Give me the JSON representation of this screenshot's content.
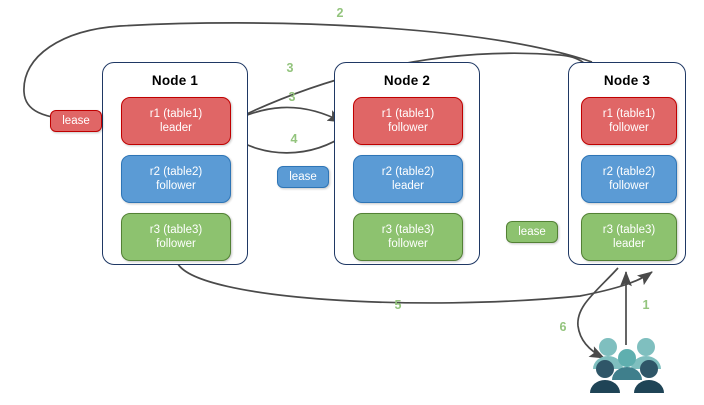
{
  "diagram": {
    "title": "Multi-node replica lease diagram",
    "background": "#ffffff",
    "arrow_color": "#4a4a4a",
    "label_color": "#93C47D",
    "node_border_color": "#1f3864"
  },
  "nodes": [
    {
      "id": "node1",
      "title": "Node 1",
      "replicas": [
        {
          "name": "r1 (table1)",
          "role": "leader",
          "color": "#E06666",
          "border": "#C00000"
        },
        {
          "name": "r2 (table2)",
          "role": "follower",
          "color": "#5B9BD5",
          "border": "#2E75B6"
        },
        {
          "name": "r3 (table3)",
          "role": "follower",
          "color": "#8DC26F",
          "border": "#538135"
        }
      ]
    },
    {
      "id": "node2",
      "title": "Node 2",
      "replicas": [
        {
          "name": "r1 (table1)",
          "role": "follower",
          "color": "#E06666",
          "border": "#C00000"
        },
        {
          "name": "r2 (table2)",
          "role": "leader",
          "color": "#5B9BD5",
          "border": "#2E75B6"
        },
        {
          "name": "r3 (table3)",
          "role": "follower",
          "color": "#8DC26F",
          "border": "#538135"
        }
      ]
    },
    {
      "id": "node3",
      "title": "Node 3",
      "replicas": [
        {
          "name": "r1 (table1)",
          "role": "follower",
          "color": "#E06666",
          "border": "#C00000"
        },
        {
          "name": "r2 (table2)",
          "role": "follower",
          "color": "#5B9BD5",
          "border": "#2E75B6"
        },
        {
          "name": "r3 (table3)",
          "role": "leader",
          "color": "#8DC26F",
          "border": "#538135"
        }
      ]
    }
  ],
  "leases": [
    {
      "id": "lease-r1",
      "label": "lease",
      "color": "#E06666"
    },
    {
      "id": "lease-r2",
      "label": "lease",
      "color": "#5B9BD5"
    },
    {
      "id": "lease-r3",
      "label": "lease",
      "color": "#8DC26F"
    }
  ],
  "steps": [
    {
      "id": "step-1",
      "label": "1"
    },
    {
      "id": "step-2",
      "label": "2"
    },
    {
      "id": "step-3a",
      "label": "3"
    },
    {
      "id": "step-3b",
      "label": "3"
    },
    {
      "id": "step-4",
      "label": "4"
    },
    {
      "id": "step-5",
      "label": "5"
    },
    {
      "id": "step-6",
      "label": "6"
    }
  ],
  "client": {
    "icon": "users-icon",
    "colors": {
      "light": "#7FBFBF",
      "mid": "#5FAFAF",
      "dark": "#2F5668"
    }
  }
}
